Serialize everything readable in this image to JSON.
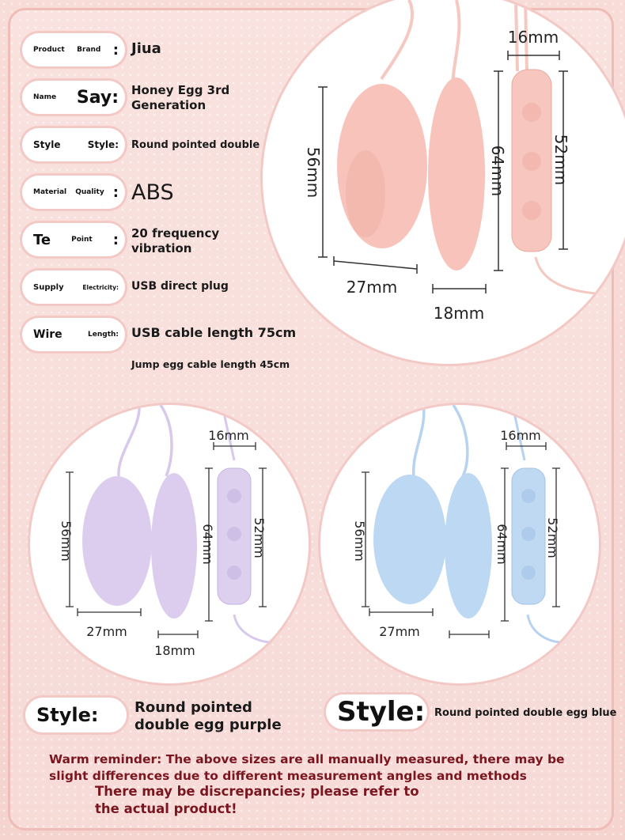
{
  "specs": [
    {
      "label1": "Product",
      "label2": "Brand",
      "sep": ":",
      "value": "Jiua"
    },
    {
      "label1": "Name",
      "label2": "Say:",
      "sep": "",
      "value": "Honey Egg 3rd Generation"
    },
    {
      "label1": "Style",
      "label2": "Style:",
      "sep": "",
      "value": "Round pointed double egg pink"
    },
    {
      "label1": "Material",
      "label2": "Quality",
      "sep": ":",
      "value": "ABS"
    },
    {
      "label1": "Te",
      "label2": "Point",
      "sep": ":",
      "value": "20 frequency vibration"
    },
    {
      "label1": "Supply",
      "label2": "Electricity:",
      "sep": "",
      "value": "USB direct plug"
    },
    {
      "label1": "Wire",
      "label2": "Length:",
      "sep": "",
      "value": "USB cable length 75cm"
    }
  ],
  "extra_value": "Jump egg cable length 45cm",
  "dimensions": {
    "egg_height": "56mm",
    "bullet_height": "64mm",
    "remote_height": "52mm",
    "egg_width": "27mm",
    "bullet_width": "18mm",
    "remote_width": "16mm"
  },
  "colors": {
    "pink": {
      "body": "#f7c3bb",
      "shade": "#eba59b",
      "wire": "#f5c8c2"
    },
    "purple": {
      "body": "#dccdee",
      "shade": "#c9b5e2",
      "wire": "#d8c9ec"
    },
    "blue": {
      "body": "#bcd8f2",
      "shade": "#a6c6e8",
      "wire": "#b7d3f0"
    }
  },
  "styles": {
    "purple": {
      "label": "Style:",
      "value": "Round pointed double egg purple"
    },
    "blue": {
      "label": "Style:",
      "value": "Round pointed double egg blue"
    }
  },
  "reminder": {
    "line1": "Warm reminder: The above sizes are all manually measured, there may be slight differences due to different measurement angles and methods",
    "line2": "There may be discrepancies; please refer to the actual product!"
  }
}
